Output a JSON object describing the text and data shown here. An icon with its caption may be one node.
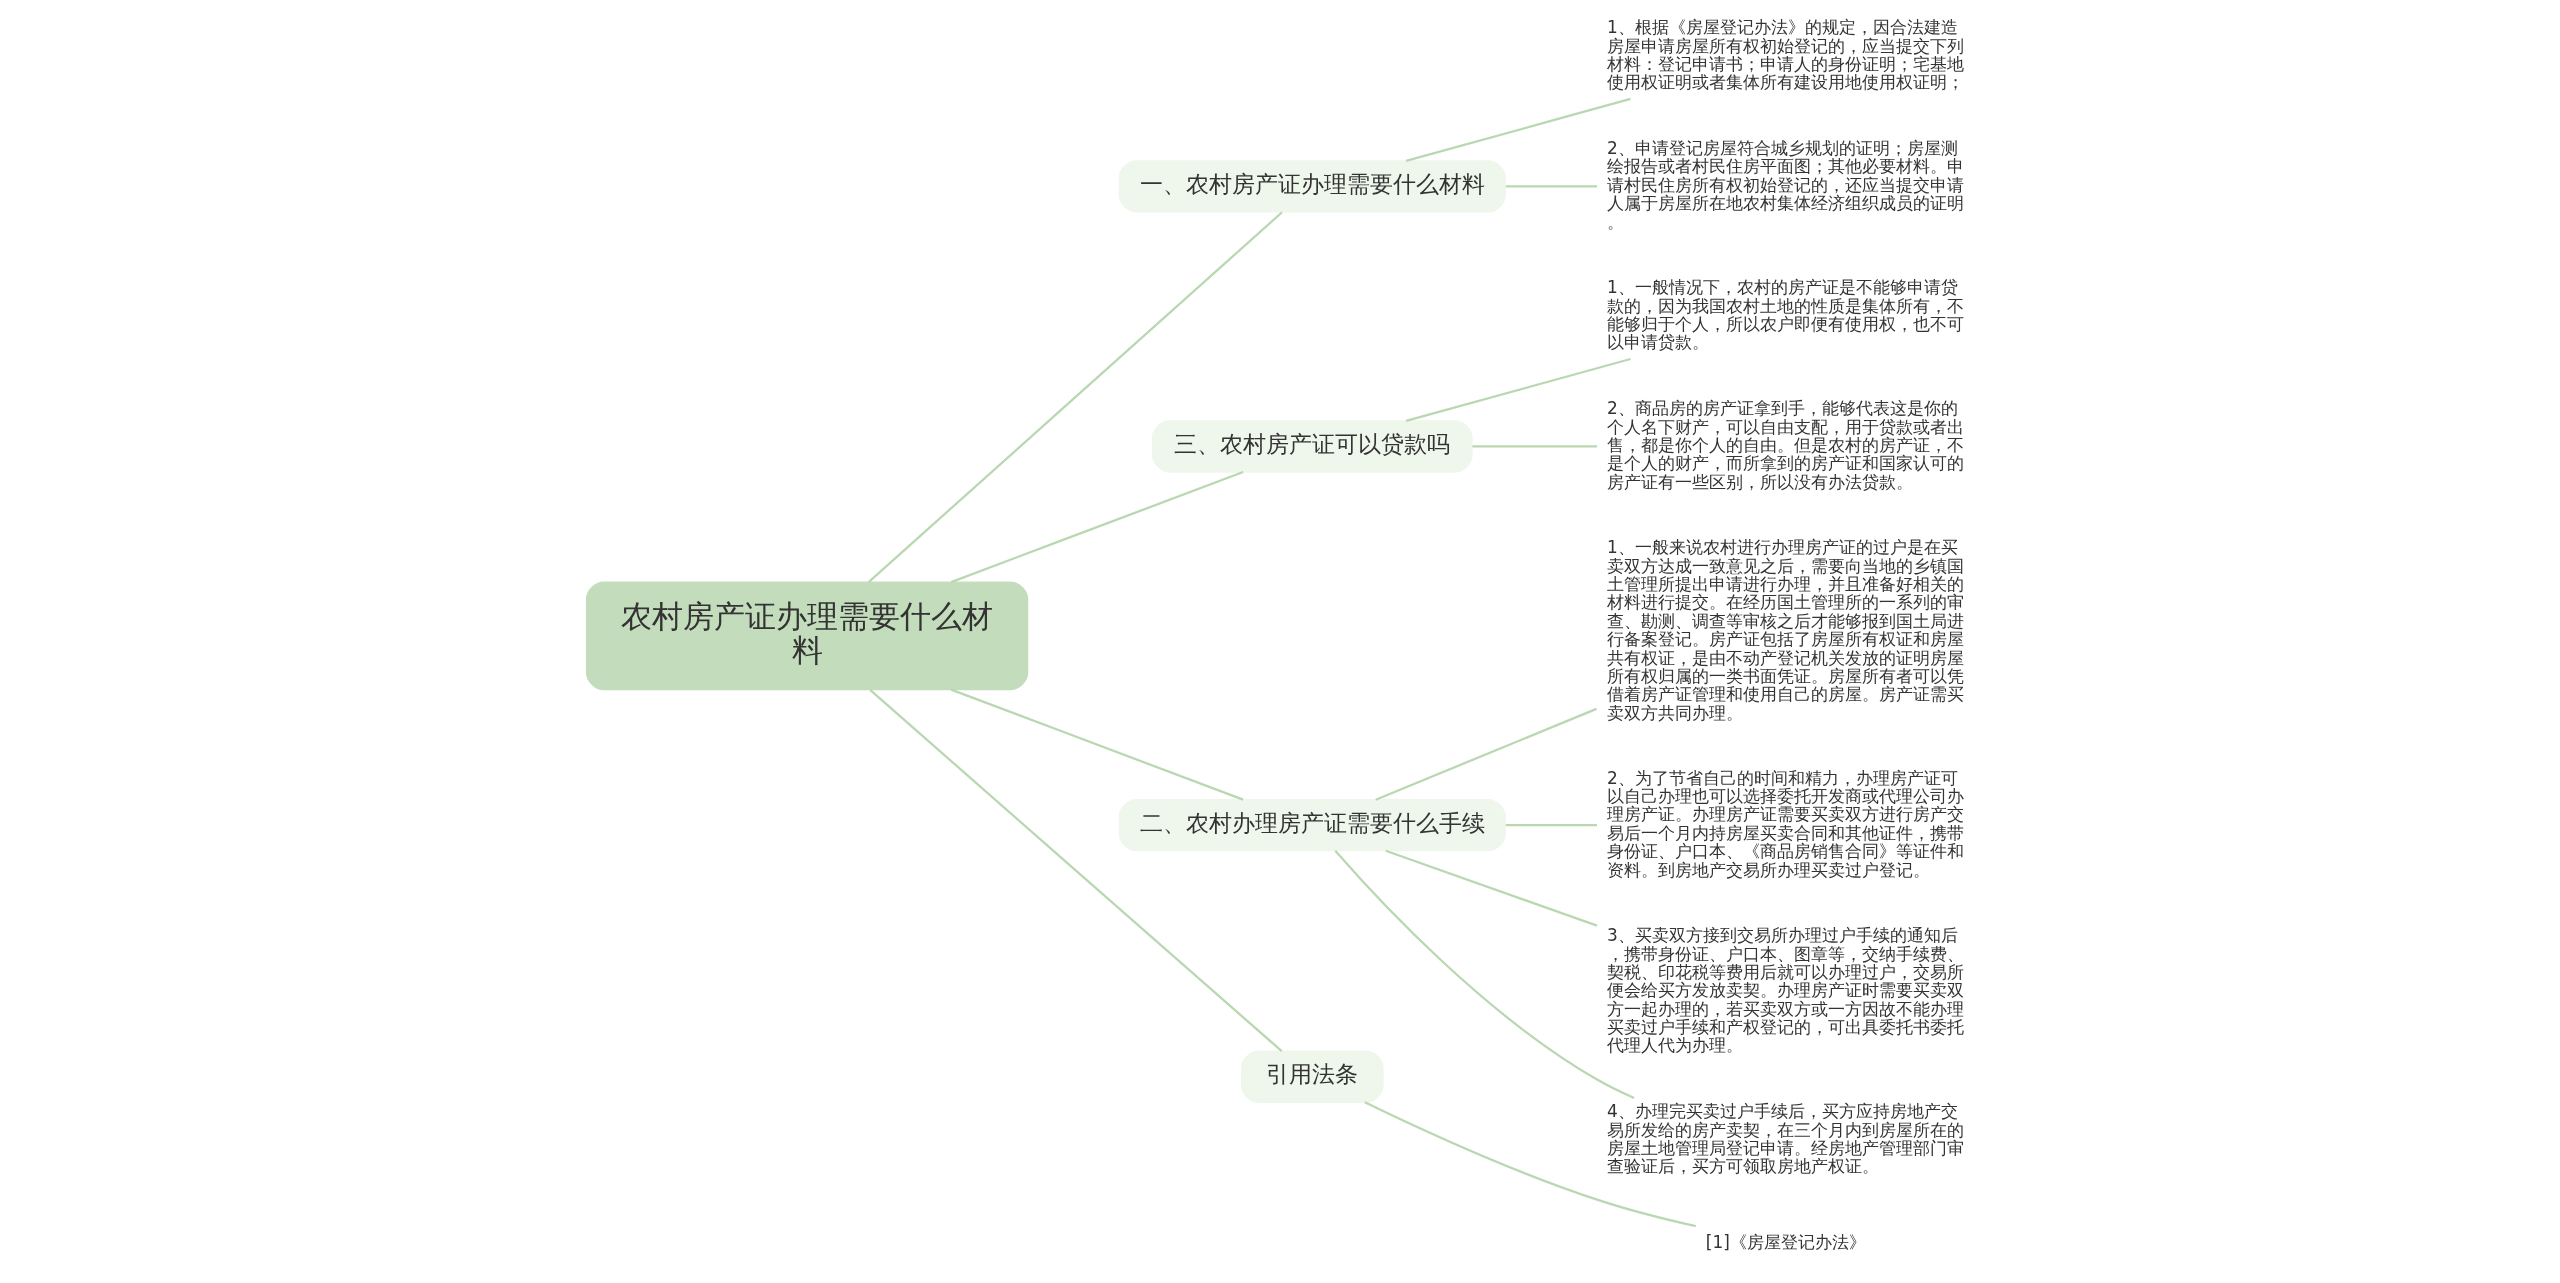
{
  "diagram": {
    "nodes": [
      {
        "text": [
          "农村房产证办理需要什么材料"
        ]
      },
      {
        "text": [
          "一、农村房产证办理需要什么材料"
        ]
      },
      {
        "text": [
          "1、根据《房屋登记办法》的规定，因合法建造房屋申请房屋所有权初始登记的，应当提交下列材料：登记申请书；申请人的身份证明；宅基地使用权证明或者集体所有建设用地使用权证明；"
        ]
      },
      {
        "text": [
          "2、申请登记房屋符合城乡规划的证明；房屋测绘报告或者村民住房平面图；其他必要材料。申请村民住房所有权初始登记的，还应当提交申请人属于房屋所在地农村集体经济组织成员的证明。"
        ]
      },
      {
        "text": [
          "三、农村房产证可以贷款吗"
        ]
      },
      {
        "text": [
          "1、一般情况下，农村的房产证是不能够申请贷款的，因为我国农村土地的性质是集体所有，不能够归于个人，所以农户即便有使用权，也不可以申请贷款。"
        ]
      },
      {
        "text": [
          "2、商品房的房产证拿到手，能够代表这是你的个人名下财产，可以自由支配，用于贷款或者出售，都是你个人的自由。但是农村的房产证，不是个人的财产，而所拿到的房产证和国家认可的房产证有一些区别，所以没有办法贷款。"
        ]
      },
      {
        "text": [
          "二、农村办理房产证需要什么手续"
        ]
      },
      {
        "text": [
          "1、一般来说农村进行办理房产证的过户是在买卖双方达成一致意见之后，需要向当地的乡镇国土管理所提出申请进行办理，并且准备好相关的材料进行提交。在经历国土管理所的一系列的审查、勘测、调查等审核之后才能够报到国土局进行备案登记。房产证包括了房屋所有权证和房屋共有权证，是由不动产登记机关发放的证明房屋所有权归属的一类书面凭证。房屋所有者可以凭借着房产证管理和使用自己的房屋。房产证需买卖双方共同办理。"
        ]
      },
      {
        "text": [
          "2、为了节省自己的时间和精力，办理房产证可以自己办理也可以选择委托开发商或代理公司办理房产证。办理房产证需要买卖双方进行房产交易后一个月内持房屋买卖合同和其他证件，携带身份证、户口本、《商品房销售合同》等证件和资料。到房地产交易所办理买卖过户登记。"
        ]
      },
      {
        "text": [
          "3、买卖双方接到交易所办理过户手续的通知后，携带身份证、户口本、图章等，交纳手续费、契税、印花税等费用后就可以办理过户，交易所便会给买方发放卖契。办理房产证时需要买卖双方一起办理的，若买卖双方或一方因故不能办理买卖过户手续和产权登记的，可出具委托书委托代理人代为办理。"
        ]
      },
      {
        "text": [
          "4、办理完买卖过户手续后，买方应持房地产交易所发给的房产卖契，在三个月内到房屋所在的房屋土地管理局登记申请。经房地产管理部门审查验证后，买方可领取房地产权证。"
        ]
      },
      {
        "text": [
          "引用法条"
        ]
      },
      {
        "text": [
          "[1]《房屋登记办法》"
        ]
      }
    ],
    "edges": [
      {
        "from": 0,
        "to": 1,
        "arrow": "none"
      },
      {
        "from": 1,
        "to": 2,
        "arrow": "none"
      },
      {
        "from": 1,
        "to": 3,
        "arrow": "none"
      },
      {
        "from": 0,
        "to": 4,
        "arrow": "none"
      },
      {
        "from": 4,
        "to": 5,
        "arrow": "none"
      },
      {
        "from": 4,
        "to": 6,
        "arrow": "none"
      },
      {
        "from": 0,
        "to": 7,
        "arrow": "none"
      },
      {
        "from": 7,
        "to": 8,
        "arrow": "none"
      },
      {
        "from": 7,
        "to": 9,
        "arrow": "none"
      },
      {
        "from": 7,
        "to": 10,
        "arrow": "none"
      },
      {
        "from": 7,
        "to": 11,
        "arrow": "none"
      },
      {
        "from": 0,
        "to": 12,
        "arrow": "none"
      },
      {
        "from": 12,
        "to": 13,
        "arrow": "none"
      }
    ]
  }
}
